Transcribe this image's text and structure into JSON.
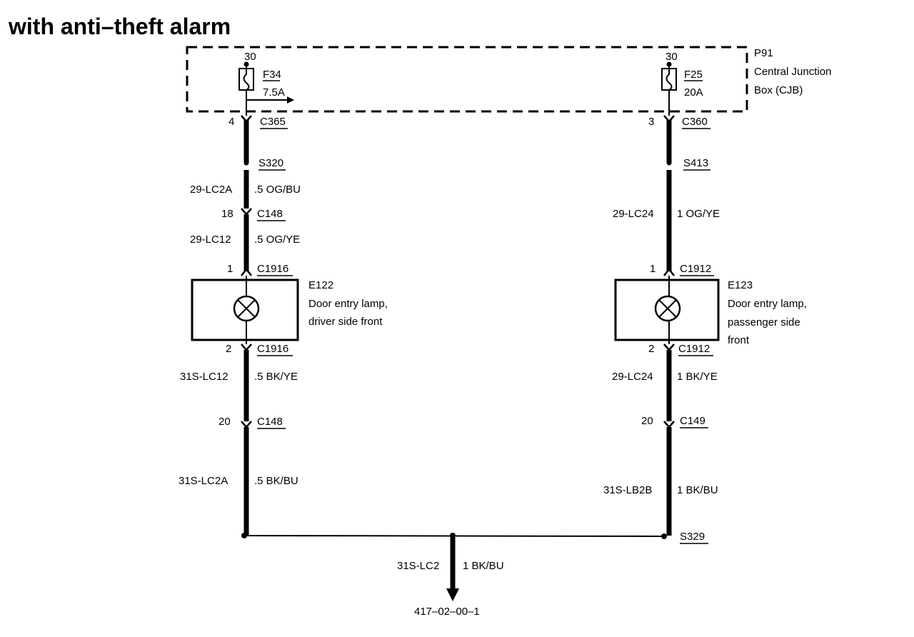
{
  "title": "with anti–theft alarm",
  "cjb": {
    "id": "P91",
    "name_line1": "Central Junction",
    "name_line2": "Box (CJB)"
  },
  "left": {
    "terminal": "30",
    "fuse_id": "F34",
    "fuse_rating": "7.5A",
    "c365_pin": "4",
    "c365": "C365",
    "splice": "S320",
    "wire1_circuit": "29-LC2A",
    "wire1_spec": ".5 OG/BU",
    "c148_pin": "18",
    "c148": "C148",
    "wire2_circuit": "29-LC12",
    "wire2_spec": ".5 OG/YE",
    "c1916_pin1": "1",
    "c1916_a": "C1916",
    "lamp_id": "E122",
    "lamp_line1": "Door entry lamp,",
    "lamp_line2": "driver side front",
    "c1916_pin2": "2",
    "c1916_b": "C1916",
    "wire3_circuit": "31S-LC12",
    "wire3_spec": ".5 BK/YE",
    "c148b_pin": "20",
    "c148b": "C148",
    "wire4_circuit": "31S-LC2A",
    "wire4_spec": ".5 BK/BU"
  },
  "right": {
    "terminal": "30",
    "fuse_id": "F25",
    "fuse_rating": "20A",
    "c360_pin": "3",
    "c360": "C360",
    "splice": "S413",
    "wire1_circuit": "29-LC24",
    "wire1_spec": "1 OG/YE",
    "c1912_pin1": "1",
    "c1912_a": "C1912",
    "lamp_id": "E123",
    "lamp_line1": "Door entry lamp,",
    "lamp_line2": "passenger side",
    "lamp_line3": "front",
    "c1912_pin2": "2",
    "c1912_b": "C1912",
    "wire2_circuit": "29-LC24",
    "wire2_spec": "1 BK/YE",
    "c149_pin": "20",
    "c149": "C149",
    "wire3_circuit": "31S-LB2B",
    "wire3_spec": "1 BK/BU"
  },
  "ground": {
    "splice": "S329",
    "wire_circuit": "31S-LC2",
    "wire_spec": "1 BK/BU",
    "reference": "417–02–00–1"
  }
}
